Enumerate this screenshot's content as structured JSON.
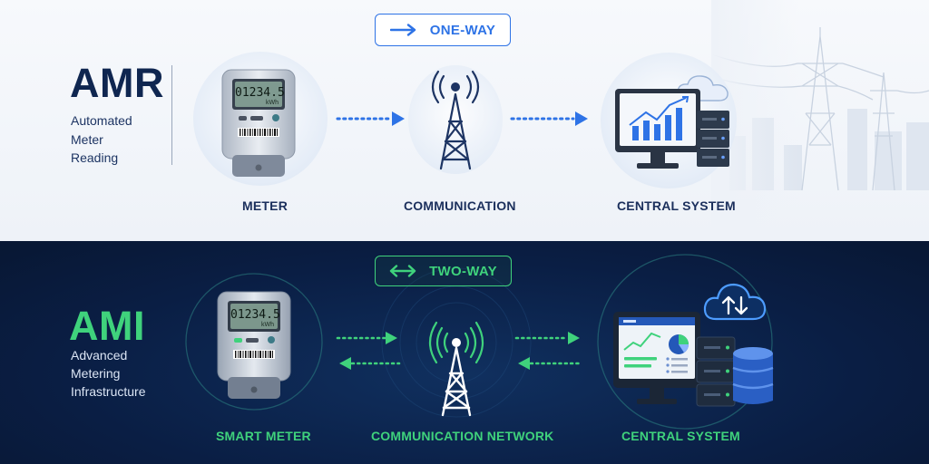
{
  "amr": {
    "title": "AMR",
    "subtitle_lines": [
      "Automated",
      "Meter",
      "Reading"
    ],
    "direction_label": "ONE-WAY",
    "meter_label": "METER",
    "communication_label": "COMMUNICATION",
    "central_label": "CENTRAL SYSTEM",
    "meter_reading": "01234.5",
    "meter_unit": "kWh",
    "accent_color": "#2e73e6"
  },
  "ami": {
    "title": "AMI",
    "subtitle_lines": [
      "Advanced",
      "Metering",
      "Infrastructure"
    ],
    "direction_label": "TWO-WAY",
    "meter_label": "SMART METER",
    "communication_label": "COMMUNICATION NETWORK",
    "central_label": "CENTRAL SYSTEM",
    "meter_reading": "01234.5",
    "meter_unit": "kWh",
    "accent_color": "#3fd27c"
  },
  "icons": {
    "one_way_arrow": "arrow-right-icon",
    "two_way_arrow": "arrow-left-right-icon",
    "meter": "electric-meter-icon",
    "tower": "radio-tower-icon",
    "central": "monitor-server-icon",
    "cloud": "cloud-icon",
    "sync": "up-down-arrows-icon",
    "database": "database-icon",
    "pylon": "power-pylon-icon"
  }
}
